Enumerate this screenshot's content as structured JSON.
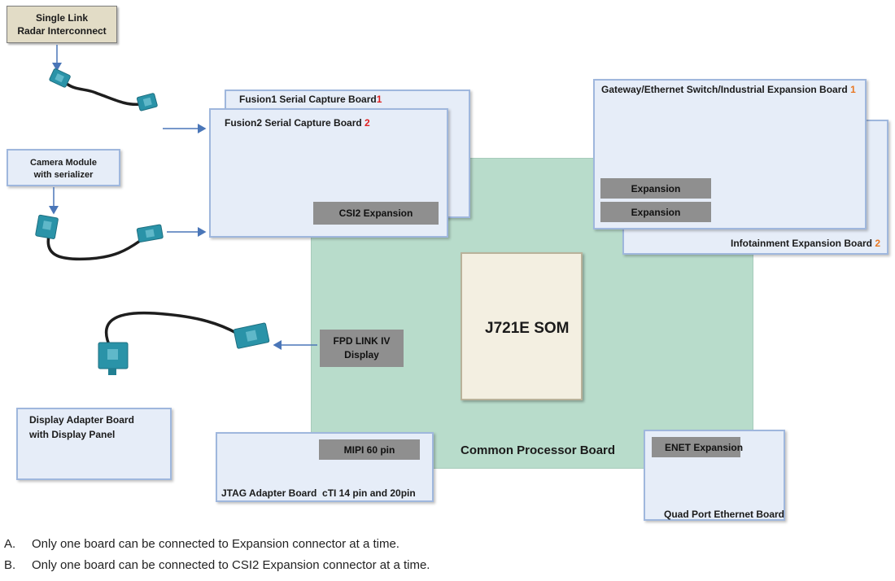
{
  "radar": {
    "line1": "Single Link",
    "line2": "Radar Interconnect"
  },
  "camera": {
    "line1": "Camera Module",
    "line2": "with serializer"
  },
  "fusion1": {
    "title": "Fusion1 Serial Capture Board",
    "num": "1"
  },
  "fusion2": {
    "title": "Fusion2 Serial Capture Board",
    "num": "2",
    "csi2": "CSI2 Expansion"
  },
  "gateway": {
    "title": "Gateway/Ethernet Switch/Industrial Expansion Board",
    "num": "1",
    "exp1": "Expansion",
    "exp2": "Expansion"
  },
  "infotainment": {
    "title": "Infotainment Expansion Board",
    "num": "2"
  },
  "som": {
    "label": "J721E SOM"
  },
  "fpd": {
    "line1": "FPD LINK IV",
    "line2": "Display"
  },
  "display_adapter": {
    "line1": "Display Adapter Board",
    "line2": "with Display Panel"
  },
  "common": {
    "label": "Common Processor Board"
  },
  "jtag": {
    "mipi": "MIPI 60 pin",
    "label": "JTAG Adapter Board  cTI 14 pin and 20pin"
  },
  "quad": {
    "enet": "ENET Expansion",
    "label": "Quad Port Ethernet Board"
  },
  "notes": [
    {
      "marker": "A.",
      "text": "Only one board can be connected to Expansion connector at a time."
    },
    {
      "marker": "B.",
      "text": "Only one board can be connected to CSI2 Expansion connector at a time."
    }
  ],
  "colors": {
    "board_fill": "#e6edf8",
    "board_border": "#9fb7dd",
    "processor_board": "#b8dccb",
    "connector": "#2a93a8",
    "label_red": "#e02020",
    "label_orange": "#e87722"
  },
  "icons": [
    "fakra-connector-icon",
    "coax-cable-icon",
    "arrow-icon"
  ]
}
